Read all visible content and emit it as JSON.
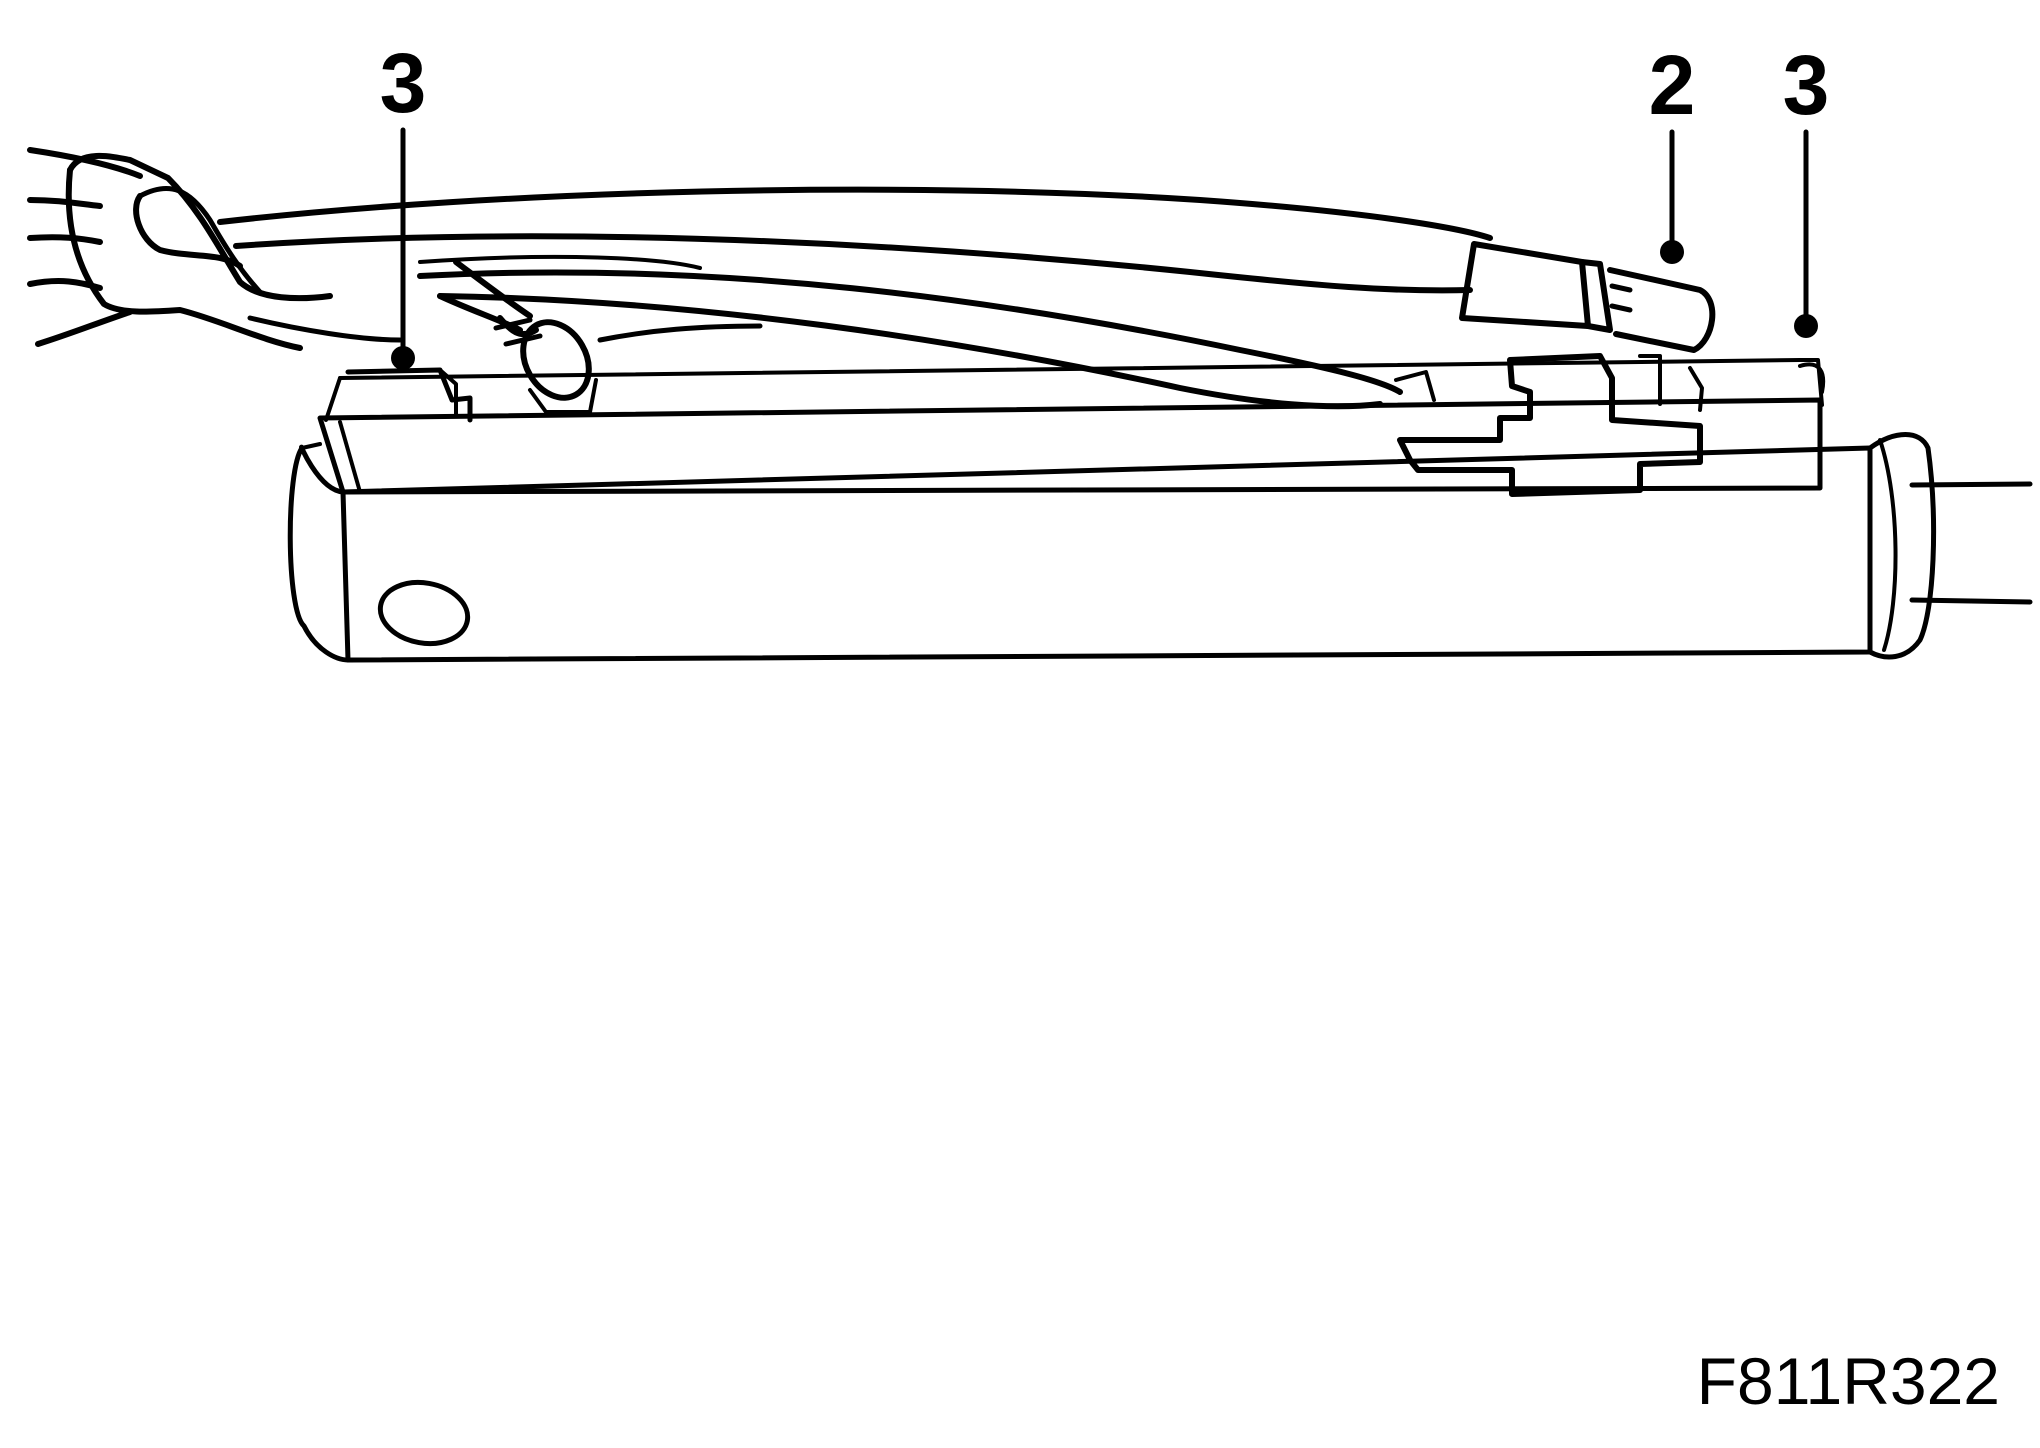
{
  "callouts": [
    {
      "id": "callout-3-left",
      "label": "3"
    },
    {
      "id": "callout-2",
      "label": "2"
    },
    {
      "id": "callout-3-right",
      "label": "3"
    }
  ],
  "figure_code": "F811R322"
}
